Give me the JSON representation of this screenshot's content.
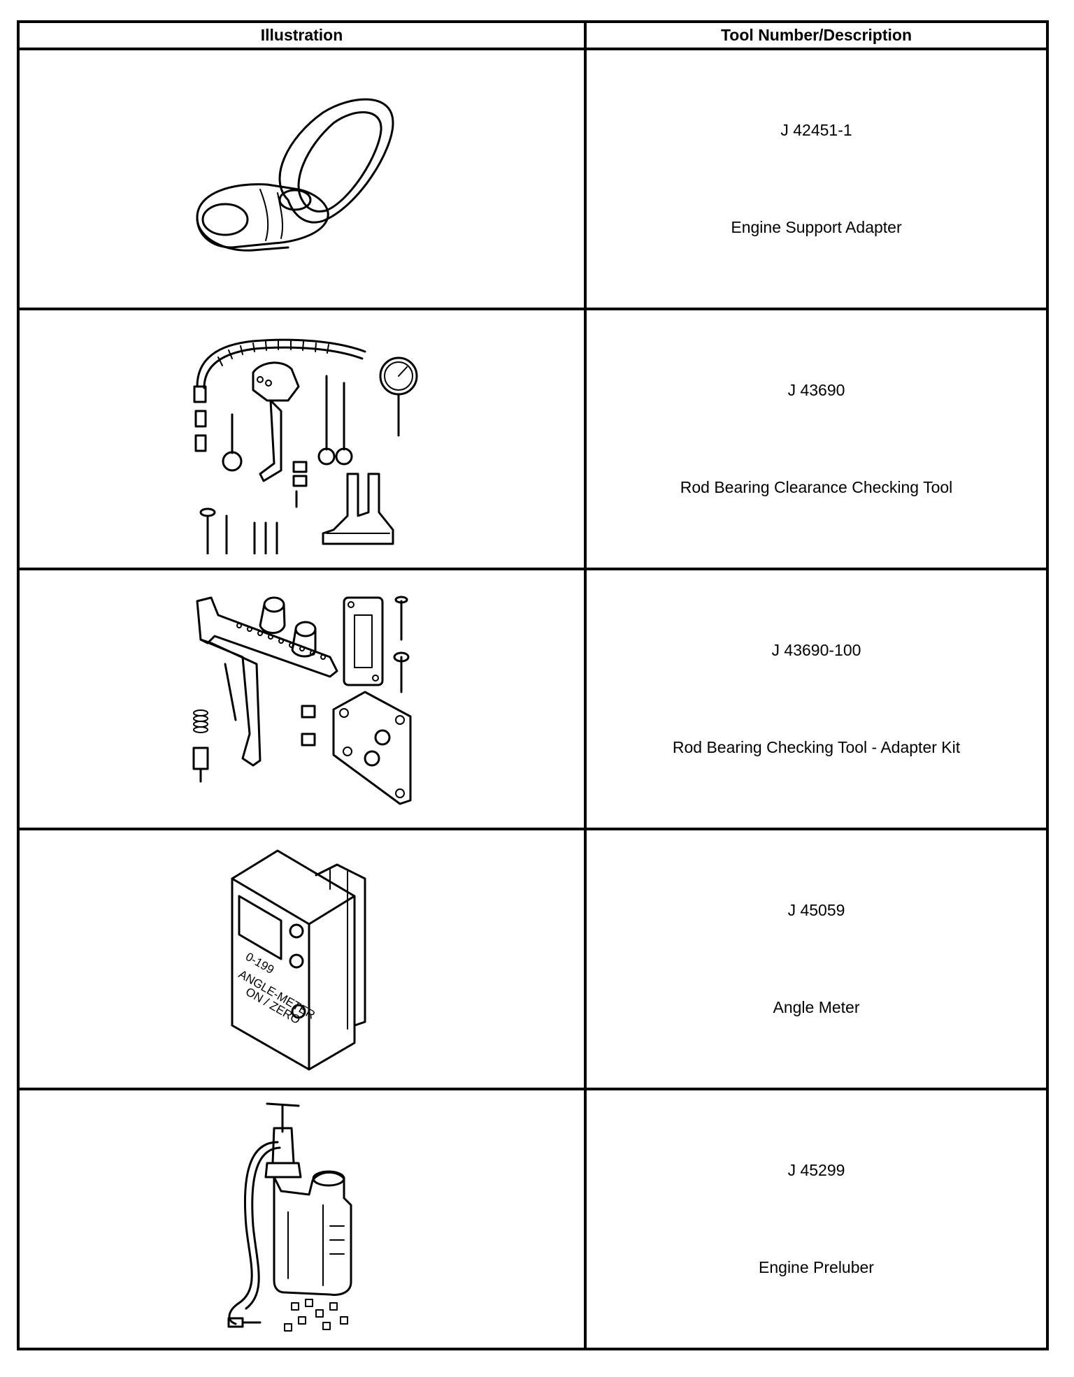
{
  "table": {
    "headers": {
      "illustration": "Illustration",
      "tool": "Tool Number/Description"
    },
    "rows": [
      {
        "number": "J 42451-1",
        "description": "Engine Support Adapter",
        "illustration_icon": "engine-support-adapter-drawing"
      },
      {
        "number": "J 43690",
        "description": "Rod Bearing Clearance Checking Tool",
        "illustration_icon": "rod-bearing-clearance-tool-drawing"
      },
      {
        "number": "J 43690-100",
        "description": "Rod Bearing Checking Tool - Adapter Kit",
        "illustration_icon": "adapter-kit-drawing"
      },
      {
        "number": "J 45059",
        "description": "Angle Meter",
        "illustration_icon": "angle-meter-drawing"
      },
      {
        "number": "J 45299",
        "description": "Engine Preluber",
        "illustration_icon": "engine-preluber-drawing"
      }
    ]
  },
  "angle_meter_labels": {
    "range": "0-199",
    "name": "ANGLE-METER",
    "button": "ON / ZERO"
  }
}
